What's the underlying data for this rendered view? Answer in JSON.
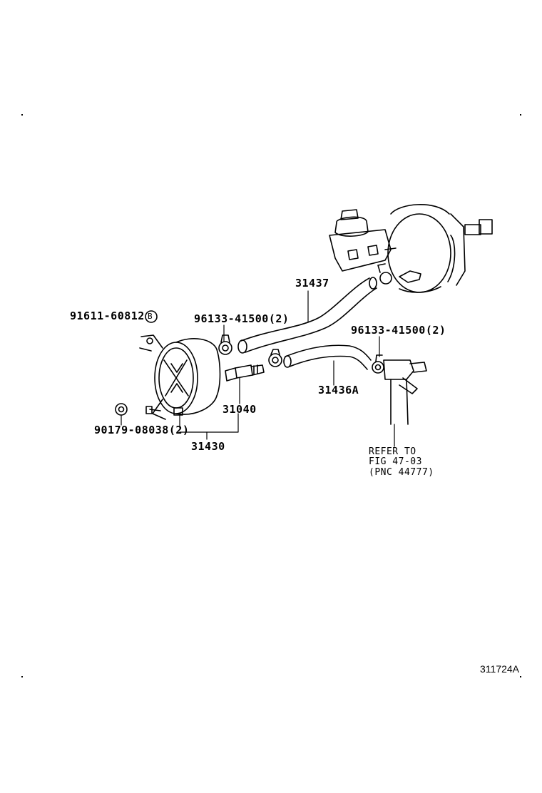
{
  "labels": {
    "bolt_part": "91611-60812",
    "bolt_marker": "B",
    "clamp_left": "96133-41500(2)",
    "hose_upper": "31437",
    "clamp_right": "96133-41500(2)",
    "hose_lower": "31436A",
    "union_part": "31040",
    "nut_part": "90179-08038(2)",
    "assembly_part": "31430",
    "refer_line1": "REFER TO",
    "refer_line2": "FIG 47-03",
    "refer_line3": "(PNC 44777)"
  },
  "figure_number": "311724A"
}
